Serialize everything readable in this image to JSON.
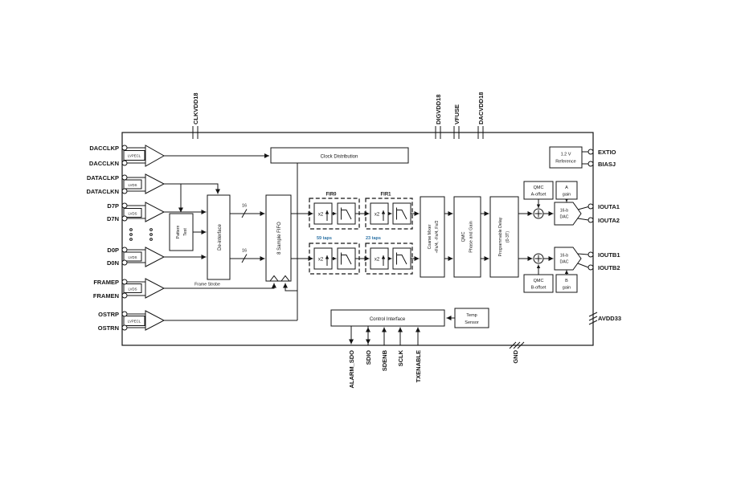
{
  "figure": {
    "type": "functional-block-diagram"
  },
  "colors": {
    "wire": "#141414",
    "taps_accent": "#2e74a6"
  },
  "pins": {
    "left": [
      "DACCLKP",
      "DACCLKN",
      "DATACLKP",
      "DATACLKN",
      "D7P",
      "D7N",
      "D0P",
      "D0N",
      "FRAMEP",
      "FRAMEN",
      "OSTRP",
      "OSTRN"
    ],
    "right": [
      "EXTIO",
      "BIASJ",
      "IOUTA1",
      "IOUTA2",
      "IOUTB1",
      "IOUTB2",
      "AVDD33"
    ],
    "top": [
      "CLKVDD18",
      "DIGVDD18",
      "VFUSE",
      "DACVDD18"
    ],
    "bottom": [
      "ALARM_SDO",
      "SDIO",
      "SDENB",
      "SCLK",
      "TXENABLE",
      "GND"
    ]
  },
  "buffers": {
    "lvpecl": "LVPECL",
    "lvds": "LVDS"
  },
  "blocks": {
    "clock_distribution": "Clock Distribution",
    "pattern_test_l1": "Pattern",
    "pattern_test_l2": "Test",
    "deinterface": "De-interface",
    "fifo": "8 Sample FIFO",
    "fir0": "FIR0",
    "fir1": "FIR1",
    "x2": "x2",
    "fir0_taps": "59 taps",
    "fir1_taps": "23 taps",
    "coarse_mixer_l1": "Coarse Mixer",
    "coarse_mixer_l2": "+Fs/4, -Fs/4, Fs/2",
    "qmc_l1": "QMC",
    "qmc_l2": "Phase and Gain",
    "prog_delay_l1": "Programmable Delay",
    "prog_delay_l2": "(0-3T)",
    "qmc_a_offset_l1": "QMC",
    "qmc_a_offset_l2": "A-offset",
    "a_gain_l1": "A",
    "a_gain_l2": "gain",
    "qmc_b_offset_l1": "QMC",
    "qmc_b_offset_l2": "B-offset",
    "b_gain_l1": "B",
    "b_gain_l2": "gain",
    "dac_l1": "16-b",
    "dac_l2": "DAC",
    "vref_l1": "1.2 V",
    "vref_l2": "Reference",
    "control_interface": "Control Interface",
    "temp_sensor_l1": "Temp",
    "temp_sensor_l2": "Sensor"
  },
  "annotations": {
    "frame_strobe": "Frame Strobe",
    "bus_width": "16"
  }
}
